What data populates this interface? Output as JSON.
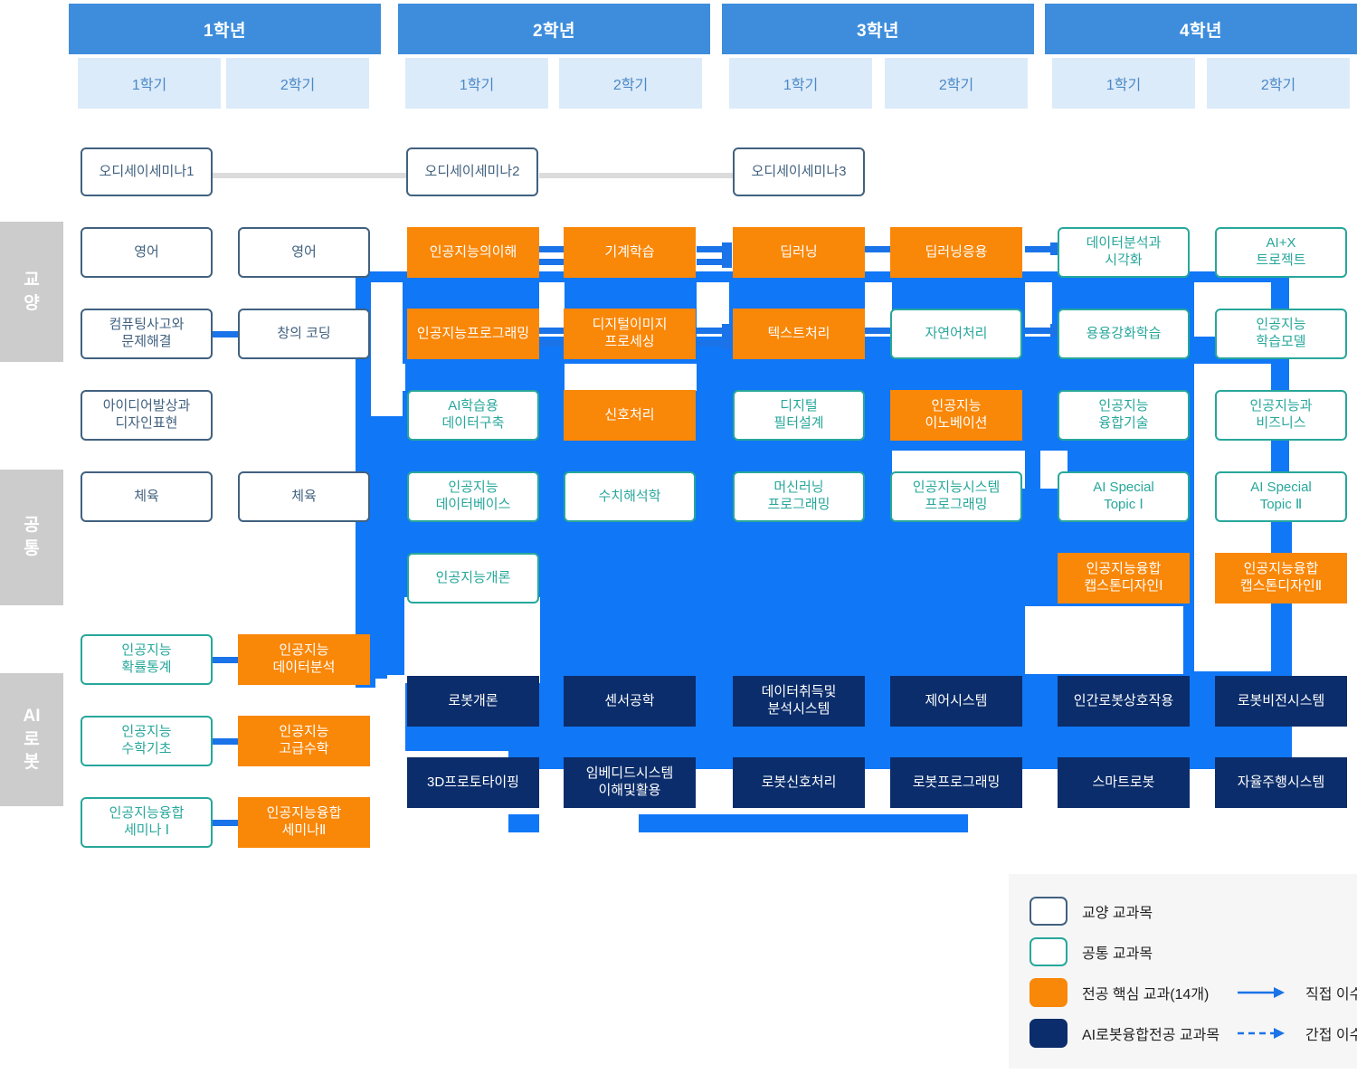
{
  "header": {
    "years": [
      {
        "label": "1학년",
        "semesters": [
          "1학기",
          "2학기"
        ]
      },
      {
        "label": "2학년",
        "semesters": [
          "1학기",
          "2학기"
        ]
      },
      {
        "label": "3학년",
        "semesters": [
          "1학기",
          "2학기"
        ]
      },
      {
        "label": "4학년",
        "semesters": [
          "1학기",
          "2학기"
        ]
      }
    ]
  },
  "categories": [
    {
      "name": "교양",
      "lines": [
        "교",
        "양"
      ]
    },
    {
      "name": "공통",
      "lines": [
        "공",
        "통"
      ]
    },
    {
      "name": "AI로봇",
      "lines": [
        "AI",
        "로",
        "봇"
      ]
    }
  ],
  "seminars": [
    {
      "label": "오디세이세미나1"
    },
    {
      "label": "오디세이세미나2"
    },
    {
      "label": "오디세이세미나3"
    }
  ],
  "courses": {
    "y1s1": [
      {
        "label": "영어",
        "type": "gy"
      },
      {
        "label": "컴퓨팅사고와\n문제해결",
        "type": "gy"
      },
      {
        "label": "아이디어발상과\n디자인표현",
        "type": "gy"
      },
      {
        "label": "체육",
        "type": "gy"
      },
      {
        "label": "인공지능\n확률통계",
        "type": "gt"
      },
      {
        "label": "인공지능\n수학기초",
        "type": "gt"
      },
      {
        "label": "인공지능융합\n세미나 Ⅰ",
        "type": "gt"
      }
    ],
    "y1s2": [
      {
        "label": "영어",
        "type": "gy"
      },
      {
        "label": "창의 코딩",
        "type": "gy"
      },
      {
        "label": "체육",
        "type": "gy"
      },
      {
        "label": "인공지능\n데이터분석",
        "type": "mj"
      },
      {
        "label": "인공지능\n고급수학",
        "type": "mj"
      },
      {
        "label": "인공지능융합\n세미나Ⅱ",
        "type": "mj"
      }
    ],
    "y2s1": [
      {
        "label": "인공지능의이해",
        "type": "mj"
      },
      {
        "label": "인공지능프로그래밍",
        "type": "mj"
      },
      {
        "label": "AI학습용\n데이터구축",
        "type": "gt"
      },
      {
        "label": "인공지능\n데이터베이스",
        "type": "gt"
      },
      {
        "label": "인공지능개론",
        "type": "gt"
      },
      {
        "label": "로봇개론",
        "type": "rb"
      },
      {
        "label": "3D프로토타이핑",
        "type": "rb"
      }
    ],
    "y2s2": [
      {
        "label": "기계학습",
        "type": "mj"
      },
      {
        "label": "디지털이미지\n프로세싱",
        "type": "mj"
      },
      {
        "label": "신호처리",
        "type": "mj"
      },
      {
        "label": "수치해석학",
        "type": "gt"
      },
      {
        "label": "센서공학",
        "type": "rb"
      },
      {
        "label": "임베디드시스템\n이해및활용",
        "type": "rb"
      }
    ],
    "y3s1": [
      {
        "label": "딥러닝",
        "type": "mj"
      },
      {
        "label": "텍스트처리",
        "type": "mj"
      },
      {
        "label": "디지털\n필터설계",
        "type": "gt"
      },
      {
        "label": "머신러닝\n프로그래밍",
        "type": "gt"
      },
      {
        "label": "데이터취득및\n분석시스템",
        "type": "rb"
      },
      {
        "label": "로봇신호처리",
        "type": "rb"
      }
    ],
    "y3s2": [
      {
        "label": "딥러닝응용",
        "type": "mj"
      },
      {
        "label": "자연어처리",
        "type": "gt"
      },
      {
        "label": "인공지능\n이노베이션",
        "type": "mj"
      },
      {
        "label": "인공지능시스템\n프로그래밍",
        "type": "gt"
      },
      {
        "label": "제어시스템",
        "type": "rb"
      },
      {
        "label": "로봇프로그래밍",
        "type": "rb"
      }
    ],
    "y4s1": [
      {
        "label": "데이터분석과\n시각화",
        "type": "gt"
      },
      {
        "label": "용용강화학습",
        "type": "gt"
      },
      {
        "label": "인공지능\n융합기술",
        "type": "gt"
      },
      {
        "label": "AI Special\nTopic Ⅰ",
        "type": "gt"
      },
      {
        "label": "인공지능융합\n캡스톤디자인Ⅰ",
        "type": "mj"
      },
      {
        "label": "인간로봇상호작용",
        "type": "rb"
      },
      {
        "label": "스마트로봇",
        "type": "rb"
      }
    ],
    "y4s2": [
      {
        "label": "AI+X\n트로젝트",
        "type": "gt"
      },
      {
        "label": "인공지능\n학습모델",
        "type": "gt"
      },
      {
        "label": "인공지능과\n비즈니스",
        "type": "gt"
      },
      {
        "label": "AI Special\nTopic Ⅱ",
        "type": "gt"
      },
      {
        "label": "인공지능융합\n캡스톤디자인Ⅱ",
        "type": "mj"
      },
      {
        "label": "로봇비전시스템",
        "type": "rb"
      },
      {
        "label": "자율주행시스템",
        "type": "rb"
      }
    ]
  },
  "legend": {
    "items": [
      {
        "label": "교양 교과목",
        "type": "gy"
      },
      {
        "label": "공통 교과목",
        "type": "gt"
      },
      {
        "label": "전공 핵심 교과(14개)",
        "type": "mj"
      },
      {
        "label": "AI로봇융합전공 교과목",
        "type": "rb"
      }
    ],
    "arrows": [
      {
        "label": "직접 이수",
        "style": "solid"
      },
      {
        "label": "간접 이수",
        "style": "dashed"
      }
    ]
  },
  "colors": {
    "year_header": "#3d8ddc",
    "semester_header": "#dcebfa",
    "flood_blue": "#1077f7",
    "major": "#f98708",
    "robot": "#0b2d6b",
    "common_border": "#27a79b",
    "general_border": "#41617f",
    "category_strip": "#cccccc",
    "arrow": "#1a73e8"
  }
}
